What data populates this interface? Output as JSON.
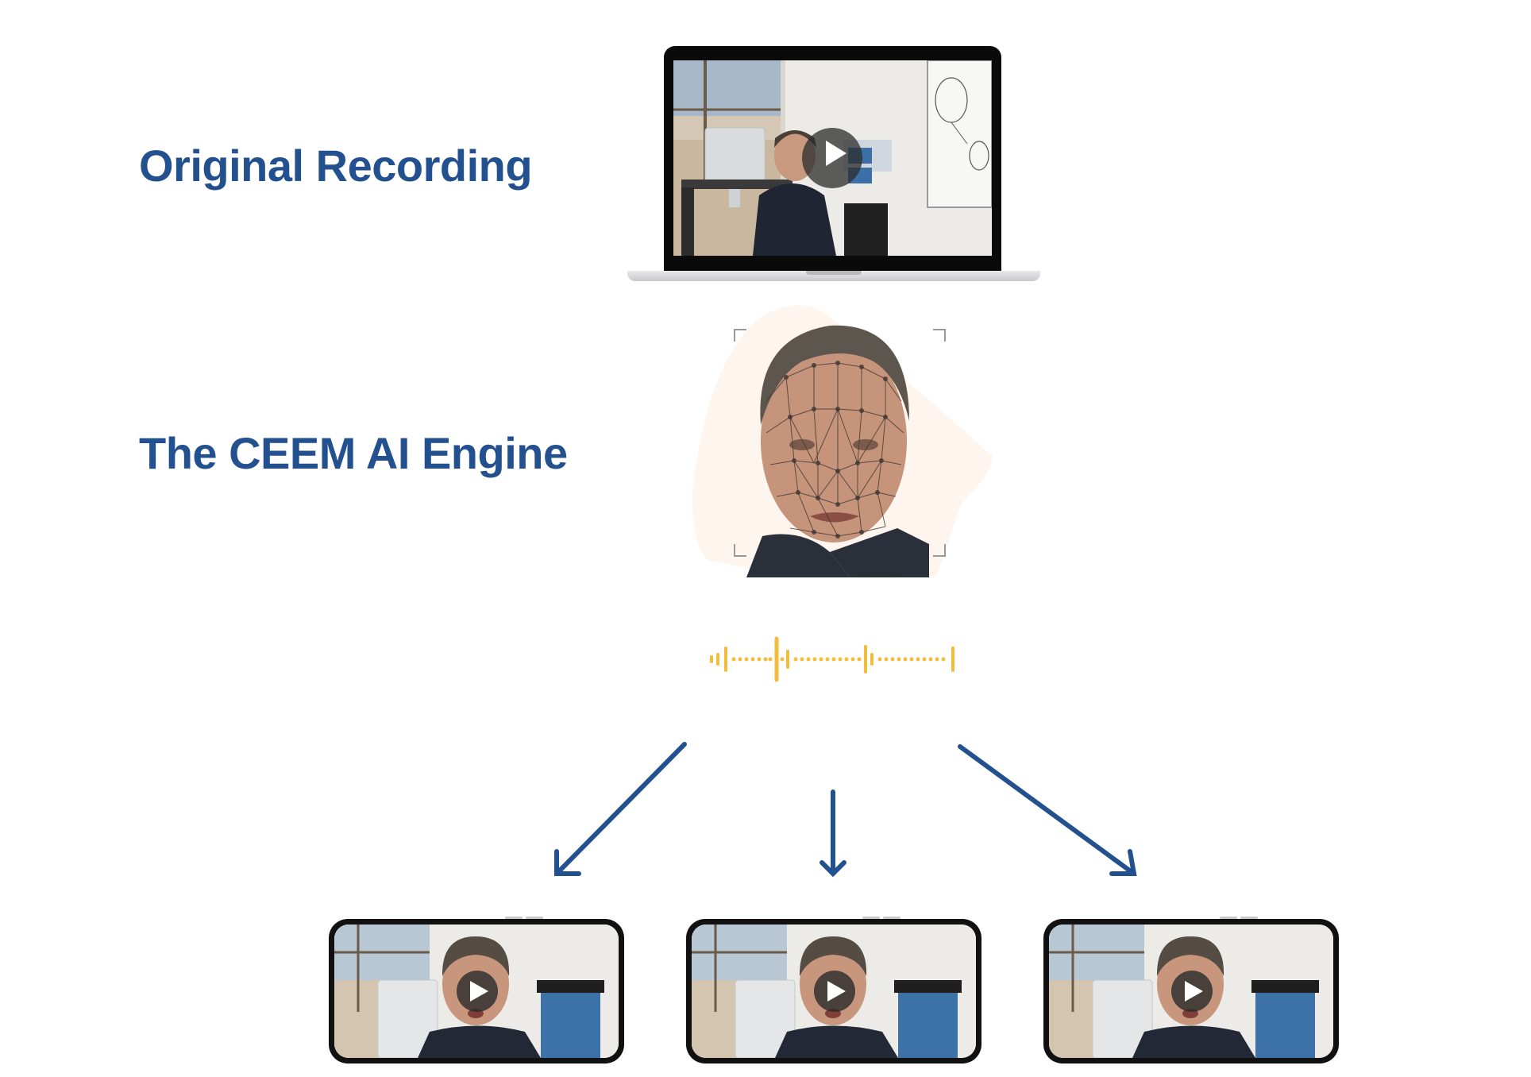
{
  "labels": {
    "original_recording": "Original Recording",
    "engine": "The CEEM AI Engine"
  },
  "colors": {
    "heading": "#23508f",
    "arrow": "#23508f",
    "waveform": "#f2bd3c",
    "play_overlay": "#2b2b2b"
  },
  "icons": {
    "play": "play-icon",
    "waveform": "audio-waveform-icon",
    "arrow": "arrow-down-icon"
  },
  "outputs": [
    {
      "device": "phone"
    },
    {
      "device": "phone"
    },
    {
      "device": "phone"
    }
  ]
}
